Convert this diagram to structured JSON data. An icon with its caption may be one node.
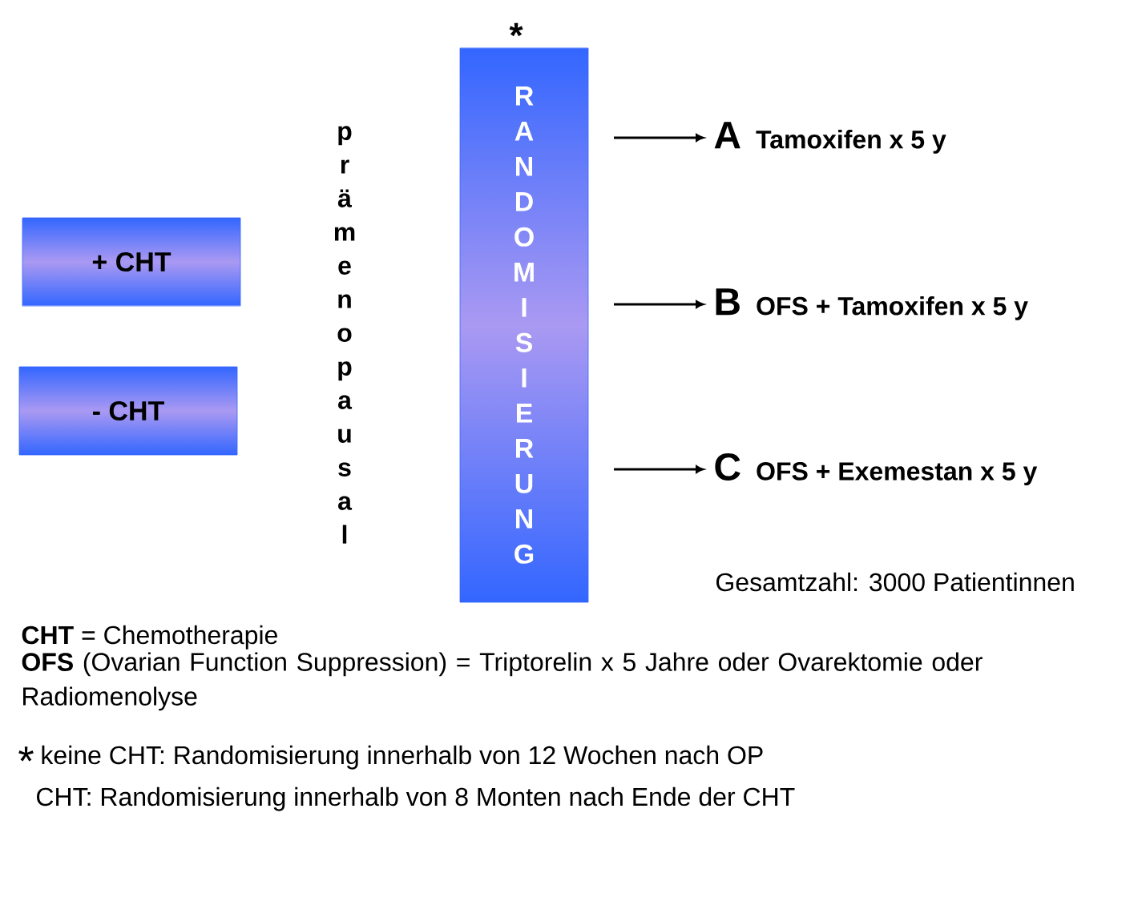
{
  "diagram": {
    "nodes": [
      {
        "text": [
          "+ CHT"
        ]
      },
      {
        "text": [
          "- CHT"
        ]
      },
      {
        "text": [
          "RANDOMISIERUNG"
        ],
        "beside": [
          "*"
        ]
      },
      {
        "text": [
          "A",
          "Tamoxifen x 5 y"
        ]
      },
      {
        "text": [
          "B",
          "OFS + Tamoxifen x 5 y"
        ]
      },
      {
        "text": [
          "C",
          "OFS + Exemestan x 5 y"
        ]
      }
    ],
    "edges": [
      {
        "from": null,
        "to": 3,
        "arrow": "to"
      },
      {
        "from": null,
        "to": 4,
        "arrow": "to"
      },
      {
        "from": null,
        "to": 5,
        "arrow": "to"
      }
    ],
    "labels": [
      "prämenopausal",
      "Gesamtzahl: 3000 Patientinnen",
      "**CHT** = Chemotherapie",
      "**OFS** (Ovarian Function Suppression) = Triptorelin x 5 Jahre oder Ovarektomie oder Radiomenolyse",
      "*",
      "keine CHT: Randomisierung innerhalb von 12 Wochen nach OP",
      "CHT: Randomisierung innerhalb von 8 Monten nach Ende der CHT"
    ]
  }
}
